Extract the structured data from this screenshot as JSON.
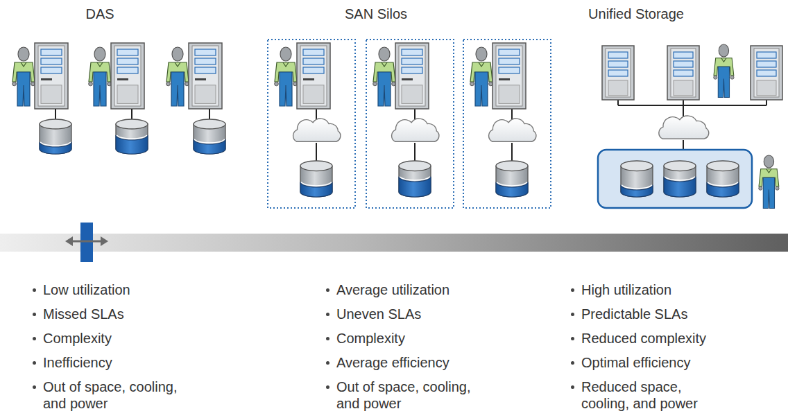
{
  "diagram": {
    "labels": [
      "DAS",
      "SAN Silos",
      "Unified Storage",
      "Low utilization",
      "Missed SLAs",
      "Complexity",
      "Inefficiency",
      "Out of space, cooling, and power",
      "Average utilization",
      "Uneven SLAs",
      "Complexity",
      "Average efficiency",
      "Out of space, cooling, and power",
      "High utilization",
      "Predictable SLAs",
      "Reduced complexity",
      "Optimal efficiency",
      "Reduced space, cooling, and power"
    ]
  }
}
